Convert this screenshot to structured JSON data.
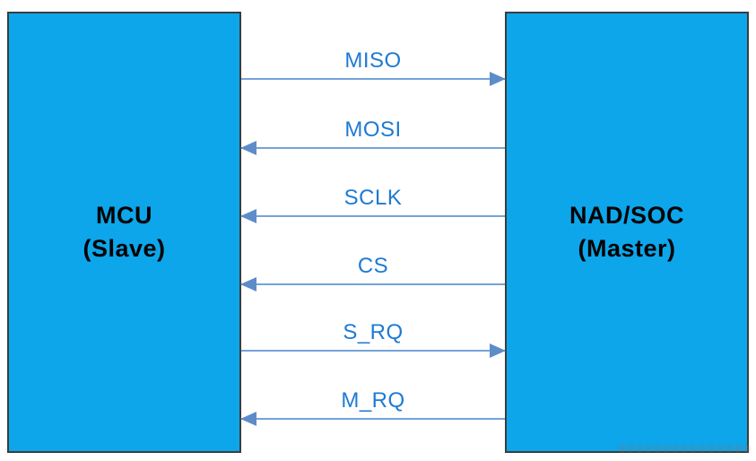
{
  "diagram": {
    "left_block": {
      "title": "MCU",
      "subtitle": "(Slave)"
    },
    "right_block": {
      "title": "NAD/SOC",
      "subtitle": "(Master)"
    },
    "signals": [
      {
        "label": "MISO",
        "direction": "to-master"
      },
      {
        "label": "MOSI",
        "direction": "to-slave"
      },
      {
        "label": "SCLK",
        "direction": "to-slave"
      },
      {
        "label": "CS",
        "direction": "to-slave"
      },
      {
        "label": "S_RQ",
        "direction": "to-master"
      },
      {
        "label": "M_RQ",
        "direction": "to-slave"
      }
    ],
    "colors": {
      "block_fill": "#0DA6EB",
      "block_border": "#3c3c3c",
      "arrow_line": "#74A3DA",
      "arrow_head": "#5E8CC9",
      "signal_text": "#1E7AD4",
      "block_text": "#000000"
    }
  }
}
